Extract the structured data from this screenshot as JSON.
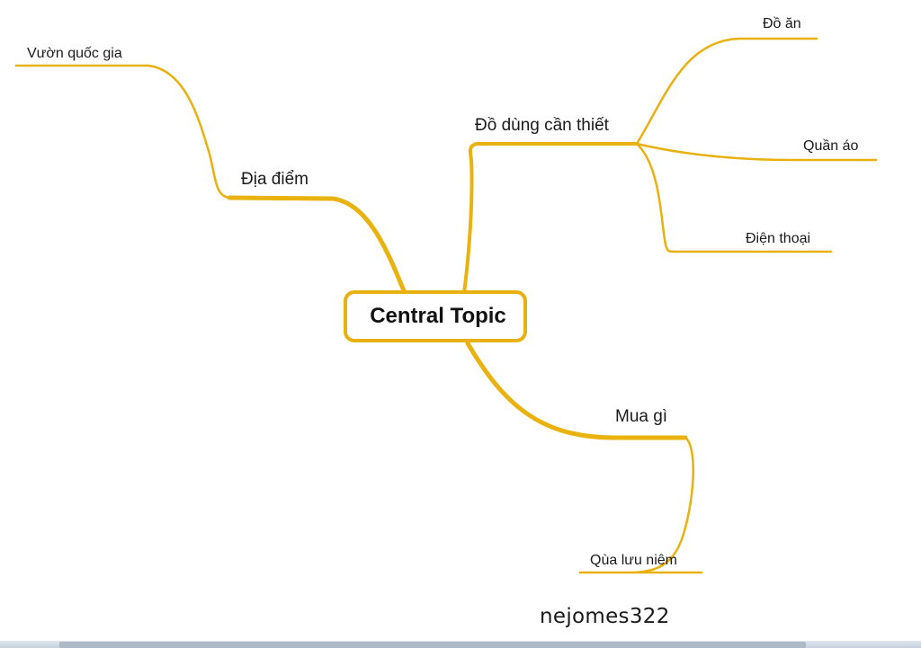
{
  "colors": {
    "branch": "#e8b10f",
    "branch_main": "#e9b20e",
    "central_border": "#e8b10f"
  },
  "central": {
    "label": "Central Topic"
  },
  "topics": {
    "dia_diem": "Địa điểm",
    "vuon_quoc_gia": "Vườn quốc gia",
    "do_dung": "Đồ dùng cần thiết",
    "do_an": "Đồ ăn",
    "quan_ao": "Quần áo",
    "dien_thoai": "Điện thoại",
    "mua_gi": "Mua gì",
    "qua_luu_niem": "Qùa lưu niêm"
  },
  "watermark": "nejomes322"
}
